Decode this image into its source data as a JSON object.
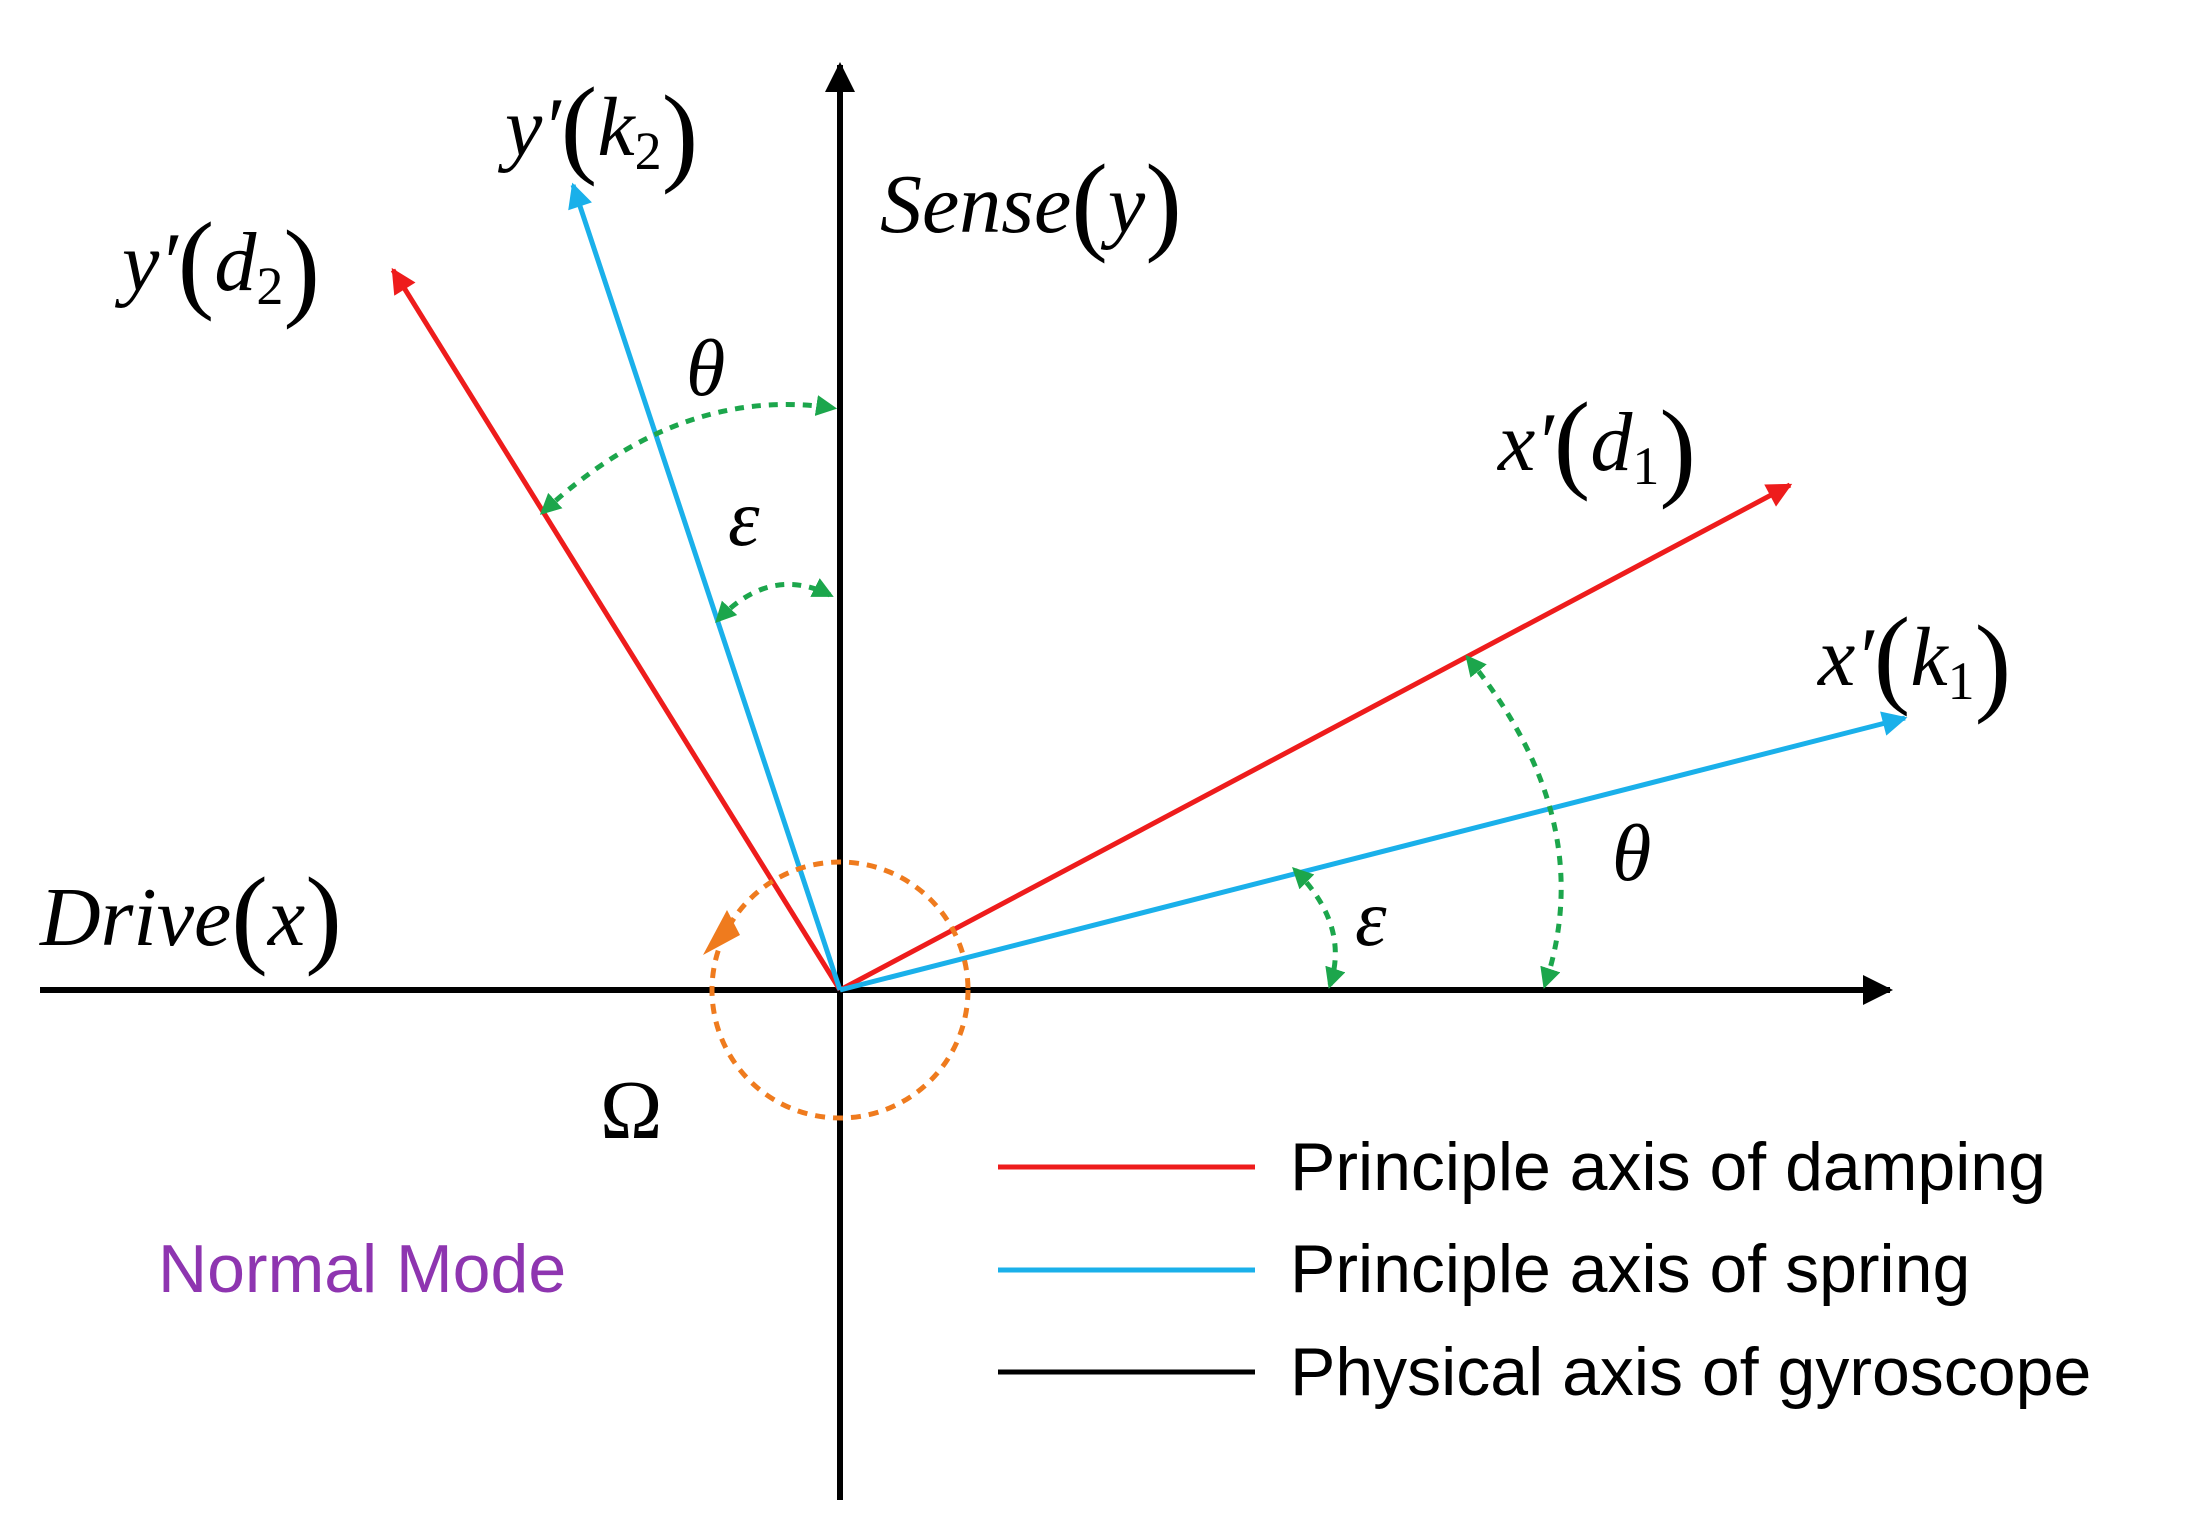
{
  "colors": {
    "damping": "#ee1c1c",
    "spring": "#1ab0ea",
    "physical": "#000000",
    "angle_arc": "#1ca64c",
    "rotation": "#ef7b1e",
    "mode_label": "#8e35b0"
  },
  "axes": {
    "drive": {
      "name": "Drive",
      "var": "x"
    },
    "sense": {
      "name": "Sense",
      "var": "y"
    }
  },
  "principal_axes": {
    "x_d": {
      "prime": "x′",
      "sym": "d",
      "sub": "1"
    },
    "x_k": {
      "prime": "x′",
      "sym": "k",
      "sub": "1"
    },
    "y_d": {
      "prime": "y′",
      "sym": "d",
      "sub": "2"
    },
    "y_k": {
      "prime": "y′",
      "sym": "k",
      "sub": "2"
    }
  },
  "angles": {
    "theta": "θ",
    "epsilon": "ε"
  },
  "rotation_symbol": "Ω",
  "mode_label": "Normal Mode",
  "legend": [
    {
      "label": "Principle axis of damping",
      "color": "#ee1c1c"
    },
    {
      "label": "Principle axis of spring",
      "color": "#1ab0ea"
    },
    {
      "label": "Physical axis of gyroscope",
      "color": "#000000"
    }
  ]
}
